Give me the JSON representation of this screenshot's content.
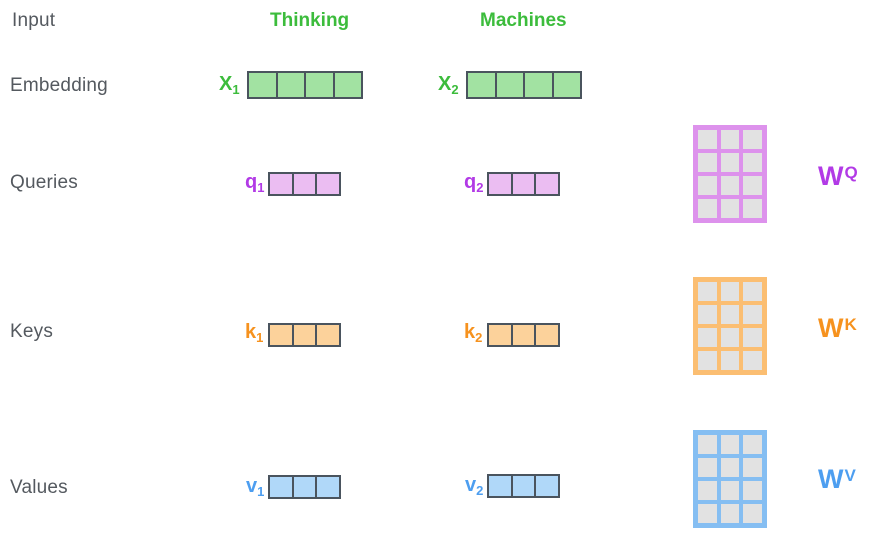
{
  "colors": {
    "ink": "#54595F",
    "cell_border": "#4A545E",
    "matrix_cell": "#E2E2E2",
    "green_text": "#3CBC3C",
    "green_fill": "#A2E2A2",
    "purple_text": "#B23AE6",
    "purple_fill": "#EBBDF2",
    "purple_frame": "#DD92EC",
    "orange_text": "#F6921E",
    "orange_fill": "#FCD29B",
    "orange_frame": "#FBBE72",
    "blue_text": "#4D9EF0",
    "blue_fill": "#B0D8F9",
    "blue_frame": "#85BEF2"
  },
  "row_labels": {
    "input": "Input",
    "embedding": "Embedding",
    "queries": "Queries",
    "keys": "Keys",
    "values": "Values"
  },
  "tokens": {
    "first": "Thinking",
    "second": "Machines"
  },
  "vectors": {
    "x1": {
      "letter": "X",
      "sub": "1",
      "cells": 4
    },
    "x2": {
      "letter": "X",
      "sub": "2",
      "cells": 4
    },
    "q1": {
      "letter": "q",
      "sub": "1",
      "cells": 3
    },
    "q2": {
      "letter": "q",
      "sub": "2",
      "cells": 3
    },
    "k1": {
      "letter": "k",
      "sub": "1",
      "cells": 3
    },
    "k2": {
      "letter": "k",
      "sub": "2",
      "cells": 3
    },
    "v1": {
      "letter": "v",
      "sub": "1",
      "cells": 3
    },
    "v2": {
      "letter": "v",
      "sub": "2",
      "cells": 3
    }
  },
  "matrices": {
    "wq": {
      "letter": "W",
      "sup": "Q",
      "cols": 3,
      "rows": 4
    },
    "wk": {
      "letter": "W",
      "sup": "K",
      "cols": 3,
      "rows": 4
    },
    "wv": {
      "letter": "W",
      "sup": "V",
      "cols": 3,
      "rows": 4
    }
  }
}
